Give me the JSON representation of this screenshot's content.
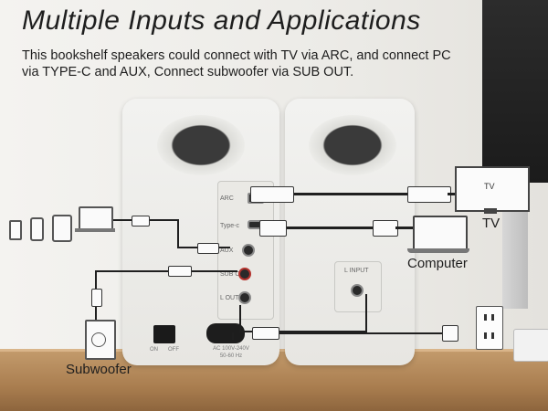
{
  "headline": "Multiple Inputs and Applications",
  "description": "This bookshelf speakers could connect with TV via ARC, and connect PC via TYPE-C and AUX, Connect subwoofer via SUB OUT.",
  "ports": {
    "arc": "ARC",
    "type_c": "Type-c",
    "aux": "AUX",
    "sub_out": "SUB OUT",
    "l_out": "L OUT",
    "l_input": "L INPUT"
  },
  "power": {
    "on": "ON",
    "off": "OFF",
    "ac_rating_line1": "AC 100V-240V",
    "ac_rating_line2": "50-60 Hz"
  },
  "devices": {
    "tv_screen": "TV",
    "tv": "TV",
    "computer": "Computer",
    "subwoofer": "Subwoofer"
  },
  "colors": {
    "text": "#1e1e1e",
    "speaker_body": "#e9e8e4",
    "cable_black": "#1f1f1f",
    "desk": "#a97d4f"
  }
}
